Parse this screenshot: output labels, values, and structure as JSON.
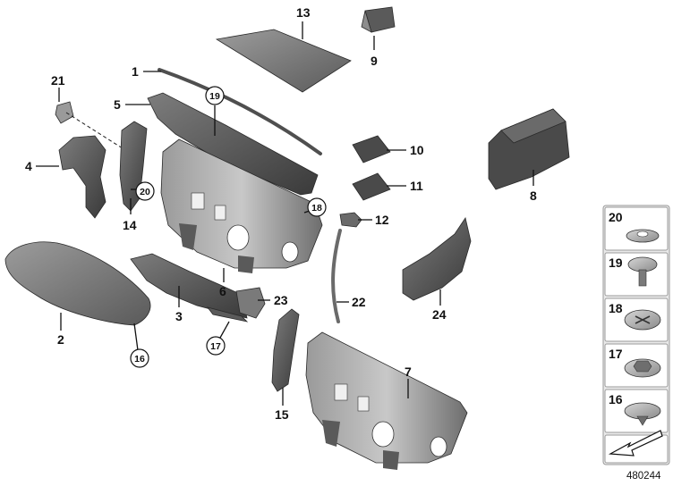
{
  "labels": {
    "p1": "1",
    "p2": "2",
    "p3": "3",
    "p4": "4",
    "p5": "5",
    "p6": "6",
    "p7": "7",
    "p8": "8",
    "p9": "9",
    "p10": "10",
    "p11": "11",
    "p12": "12",
    "p13": "13",
    "p14": "14",
    "p15": "15",
    "p16": "16",
    "p17": "17",
    "p18": "18",
    "p19": "19",
    "p20": "20",
    "p21": "21",
    "p22": "22",
    "p23": "23",
    "p24": "24"
  },
  "legend": {
    "items": [
      "20",
      "19",
      "18",
      "17",
      "16"
    ]
  },
  "document_number": "480244",
  "colors": {
    "part_dark": "#4a4a4a",
    "part_mid": "#7a7a7a",
    "part_light": "#b4b4b4",
    "legend_bg": "#e9e9e9"
  }
}
